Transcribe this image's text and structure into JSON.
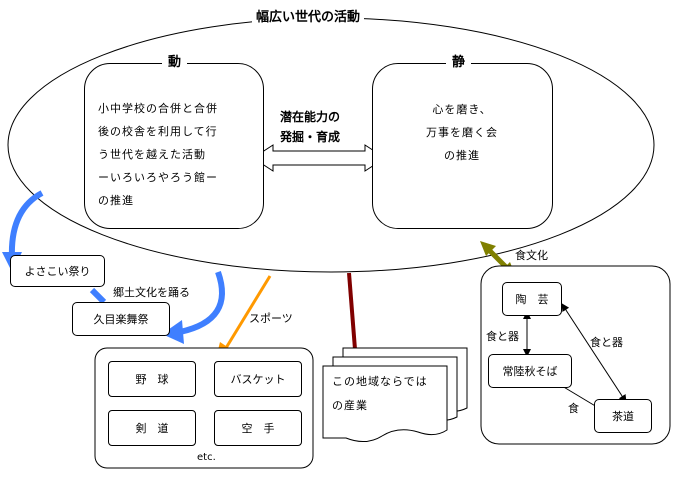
{
  "title": "幅広い世代の活動",
  "dou": {
    "heading": "動",
    "lines": [
      "小中学校の合併と合併",
      "後の校舎を利用して行",
      "う世代を越えた活動",
      "ーいろいろやろう館ー",
      "の推進"
    ]
  },
  "sei": {
    "heading": "静",
    "lines": [
      "心を磨き、",
      "万事を磨く会",
      "の推進"
    ]
  },
  "center_label": [
    "潜在能力の",
    "発掘・育成"
  ],
  "yosakoi": "よさこい祭り",
  "kyodo_label": "郷土文化を踊る",
  "kume": "久目楽舞祭",
  "sports_label": "スポーツ",
  "sports": [
    "野　球",
    "バスケット",
    "剣　道",
    "空　手"
  ],
  "etc": "etc.",
  "industry": [
    "この地域ならでは",
    "の産業"
  ],
  "food_label": "食文化",
  "food": {
    "tougei": "陶　芸",
    "soba": "常陸秋そば",
    "sadou": "茶道",
    "shoku_to_ki_1": "食と器",
    "shoku_to_ki_2": "食と器",
    "shoku": "食"
  },
  "colors": {
    "blue": "#3f7fff",
    "orange": "#ff9900",
    "darkred": "#800000",
    "olive": "#808000"
  }
}
